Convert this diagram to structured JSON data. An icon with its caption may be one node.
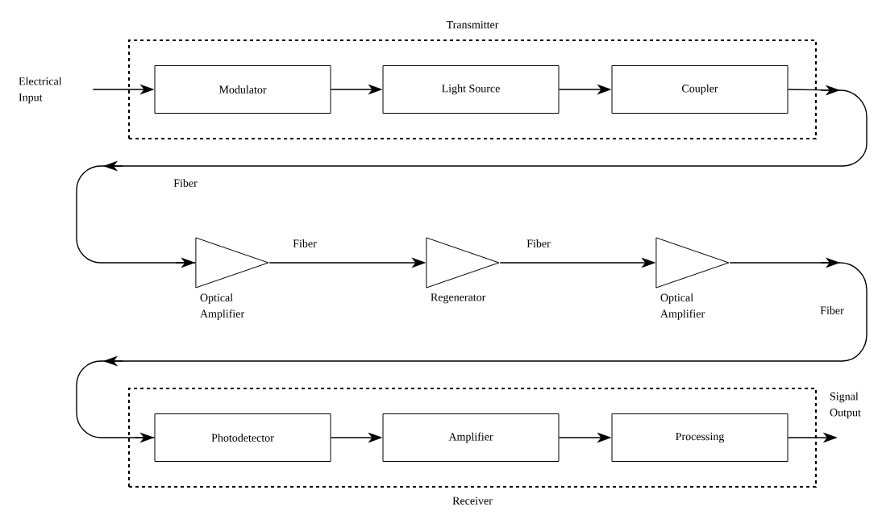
{
  "diagram": {
    "nodes": [
      {
        "text": [
          "Transmitter"
        ]
      },
      {
        "text": [
          "Modulator"
        ],
        "in": 0
      },
      {
        "text": [
          "Light Source"
        ],
        "in": 0
      },
      {
        "text": [
          "Coupler"
        ],
        "in": 0
      },
      {
        "text": [
          "Electrical Input"
        ]
      },
      {
        "text": [
          "Optical Amplifier"
        ]
      },
      {
        "text": [
          "Regenerator"
        ]
      },
      {
        "text": [
          "Optical Amplifier"
        ]
      },
      {
        "text": [
          "Receiver"
        ]
      },
      {
        "text": [
          "Photodetector"
        ],
        "in": 8
      },
      {
        "text": [
          "Amplifier"
        ],
        "in": 8
      },
      {
        "text": [
          "Processing"
        ],
        "in": 8
      },
      {
        "text": [
          "Signal Output"
        ]
      }
    ],
    "edges": [
      {
        "from": 4,
        "to": 1,
        "arrow": "to"
      },
      {
        "from": 1,
        "to": 2,
        "arrow": "to"
      },
      {
        "from": 2,
        "to": 3,
        "arrow": "to"
      },
      {
        "from": 3,
        "to": 5,
        "arrow": "to",
        "label": "Fiber"
      },
      {
        "from": 5,
        "to": 6,
        "arrow": "to",
        "label": "Fiber"
      },
      {
        "from": 6,
        "to": 7,
        "arrow": "to",
        "label": "Fiber"
      },
      {
        "from": 7,
        "to": 9,
        "arrow": "to",
        "label": "Fiber"
      },
      {
        "from": 9,
        "to": 10,
        "arrow": "to"
      },
      {
        "from": 10,
        "to": 11,
        "arrow": "to"
      },
      {
        "from": 11,
        "to": 12,
        "arrow": "to"
      }
    ]
  }
}
